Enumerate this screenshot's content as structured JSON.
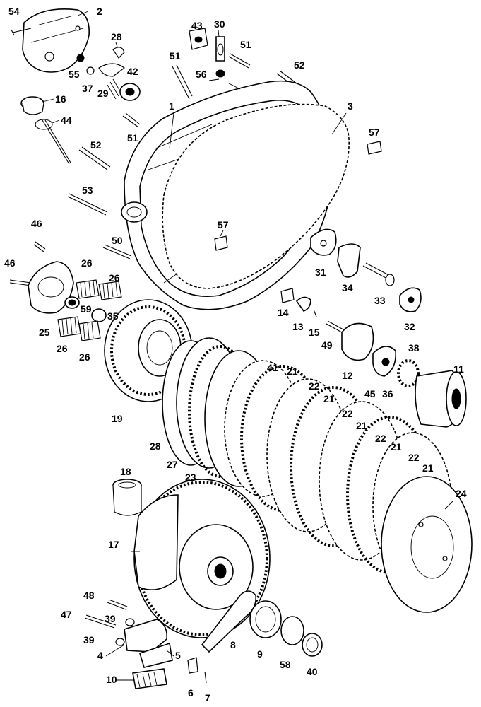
{
  "diagram": {
    "callouts": [
      {
        "id": "c54",
        "label": "54"
      },
      {
        "id": "c2",
        "label": "2"
      },
      {
        "id": "c43",
        "label": "43"
      },
      {
        "id": "c30",
        "label": "30"
      },
      {
        "id": "c28",
        "label": "28"
      },
      {
        "id": "c51a",
        "label": "51"
      },
      {
        "id": "c51b",
        "label": "51"
      },
      {
        "id": "c55",
        "label": "55"
      },
      {
        "id": "c37",
        "label": "37"
      },
      {
        "id": "c29",
        "label": "29"
      },
      {
        "id": "c42",
        "label": "42"
      },
      {
        "id": "c56",
        "label": "56"
      },
      {
        "id": "c52a",
        "label": "52"
      },
      {
        "id": "c16",
        "label": "16"
      },
      {
        "id": "c44",
        "label": "44"
      },
      {
        "id": "c1",
        "label": "1"
      },
      {
        "id": "c3",
        "label": "3"
      },
      {
        "id": "c51c",
        "label": "51"
      },
      {
        "id": "c57a",
        "label": "57"
      },
      {
        "id": "c52b",
        "label": "52"
      },
      {
        "id": "c53",
        "label": "53"
      },
      {
        "id": "c57b",
        "label": "57"
      },
      {
        "id": "c45a",
        "label": "46"
      },
      {
        "id": "c50",
        "label": "50"
      },
      {
        "id": "c31",
        "label": "31"
      },
      {
        "id": "c46",
        "label": "46"
      },
      {
        "id": "c26a",
        "label": "26"
      },
      {
        "id": "c26b",
        "label": "26"
      },
      {
        "id": "c34",
        "label": "34"
      },
      {
        "id": "c33",
        "label": "33"
      },
      {
        "id": "c59",
        "label": "59"
      },
      {
        "id": "c35",
        "label": "35"
      },
      {
        "id": "c14",
        "label": "14"
      },
      {
        "id": "c13",
        "label": "13"
      },
      {
        "id": "c15",
        "label": "15"
      },
      {
        "id": "c32",
        "label": "32"
      },
      {
        "id": "c25",
        "label": "25"
      },
      {
        "id": "c26c",
        "label": "26"
      },
      {
        "id": "c26d",
        "label": "26"
      },
      {
        "id": "c49",
        "label": "49"
      },
      {
        "id": "c38",
        "label": "38"
      },
      {
        "id": "c41",
        "label": "41"
      },
      {
        "id": "c21a",
        "label": "21"
      },
      {
        "id": "c12",
        "label": "12"
      },
      {
        "id": "c11",
        "label": "11"
      },
      {
        "id": "c22a",
        "label": "22"
      },
      {
        "id": "c45",
        "label": "45"
      },
      {
        "id": "c36",
        "label": "36"
      },
      {
        "id": "c21b",
        "label": "21"
      },
      {
        "id": "c19",
        "label": "19"
      },
      {
        "id": "c22b",
        "label": "22"
      },
      {
        "id": "c21c",
        "label": "21"
      },
      {
        "id": "c22c",
        "label": "22"
      },
      {
        "id": "c21d",
        "label": "21"
      },
      {
        "id": "c28b",
        "label": "28"
      },
      {
        "id": "c27",
        "label": "27"
      },
      {
        "id": "c23",
        "label": "23"
      },
      {
        "id": "c22d",
        "label": "22"
      },
      {
        "id": "c21e",
        "label": "21"
      },
      {
        "id": "c18",
        "label": "18"
      },
      {
        "id": "c24",
        "label": "24"
      },
      {
        "id": "c17",
        "label": "17"
      },
      {
        "id": "c48",
        "label": "48"
      },
      {
        "id": "c47",
        "label": "47"
      },
      {
        "id": "c39a",
        "label": "39"
      },
      {
        "id": "c39b",
        "label": "39"
      },
      {
        "id": "c8",
        "label": "8"
      },
      {
        "id": "c4",
        "label": "4"
      },
      {
        "id": "c5",
        "label": "5"
      },
      {
        "id": "c9",
        "label": "9"
      },
      {
        "id": "c58",
        "label": "58"
      },
      {
        "id": "c40",
        "label": "40"
      },
      {
        "id": "c10",
        "label": "10"
      },
      {
        "id": "c6",
        "label": "6"
      },
      {
        "id": "c7",
        "label": "7"
      }
    ]
  }
}
